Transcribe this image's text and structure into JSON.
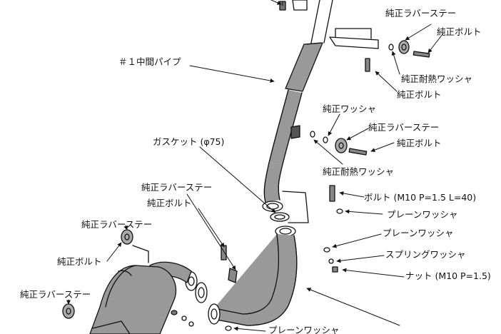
{
  "labels": {
    "rubber_stay_top": "純正ラバーステー",
    "bolt_top": "純正ボルト",
    "pipe1": "＃１中間パイプ",
    "heat_washer_top": "純正耐熱ワッシャ",
    "bolt_top2": "純正ボルト",
    "washer_mid": "純正ワッシャ",
    "rubber_stay_mid": "純正ラバーステー",
    "bolt_mid": "純正ボルト",
    "gasket": "ガスケット (φ75)",
    "heat_washer_mid": "純正耐熱ワッシャ",
    "rubber_stay_center": "純正ラバーステー",
    "bolt_center": "純正ボルト",
    "bolt_m10": "ボルト (M10 P=1.5 L=40)",
    "plain_washer_1": "プレーンワッシャ",
    "rubber_stay_left": "純正ラバーステー",
    "plain_washer_2": "プレーンワッシャ",
    "spring_washer": "スプリングワッシャ",
    "bolt_left": "純正ボルト",
    "nut": "ナット (M10 P=1.5)",
    "rubber_stay_left2": "純正ラバーステー",
    "plain_washer_bottom": "プレーンワッシャ"
  }
}
